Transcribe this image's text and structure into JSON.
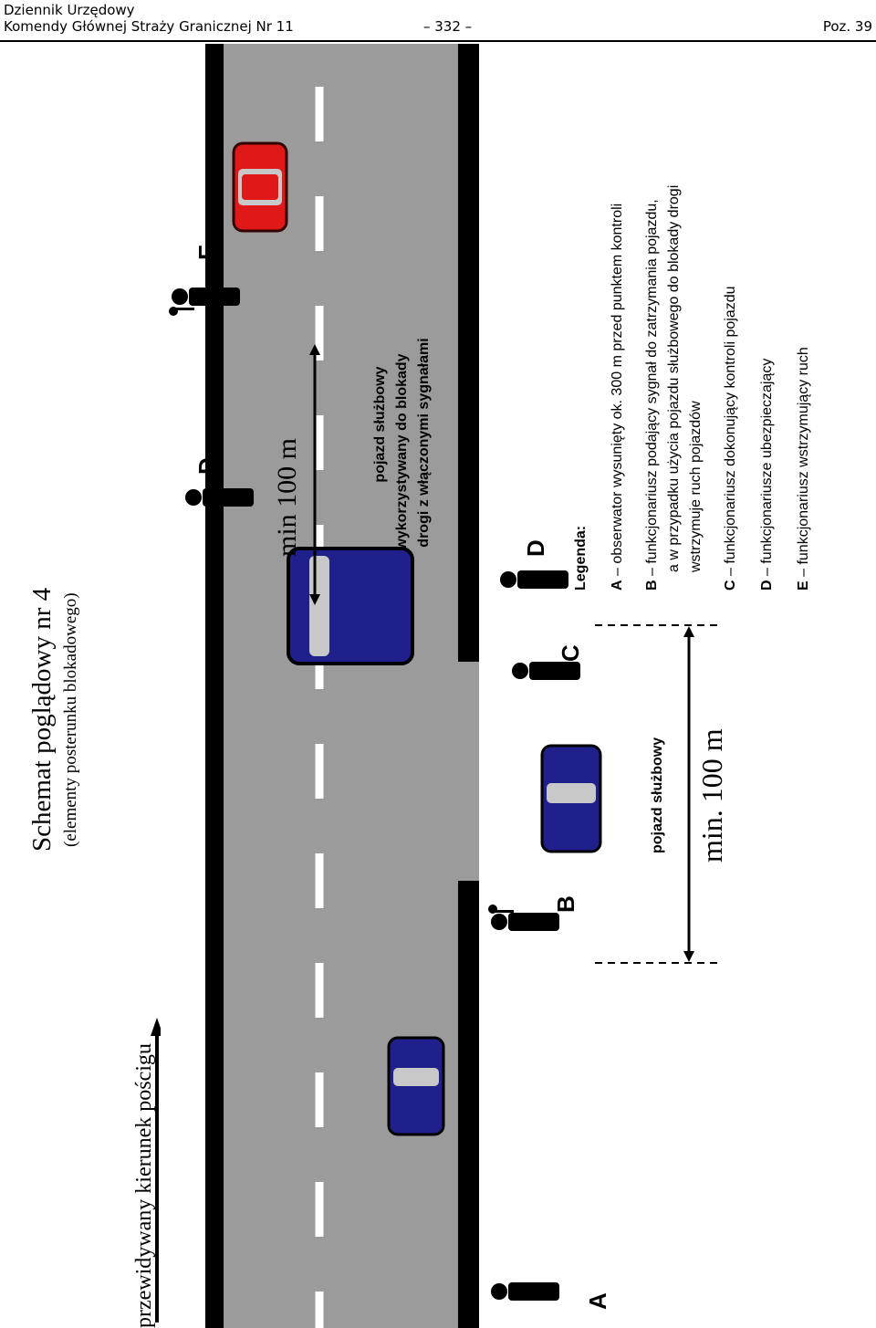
{
  "header": {
    "line1": "Dziennik Urzędowy",
    "line2": "Komendy Głównej Straży Granicznej Nr 11",
    "page_number": "– 332 –",
    "position": "Poz. 39"
  },
  "figure": {
    "title": "Schemat poglądowy nr 4",
    "subtitle": "(elementy posterunku blokadowego)",
    "direction_label": "przewidywany kierunek pościgu",
    "distance_top": "min 100 m",
    "distance_bottom": "min. 100 m",
    "blocking_vehicle_caption": [
      "pojazd służbowy",
      "wykorzystywany do blokady",
      "drogi z włączonymi sygnałami"
    ],
    "parked_vehicle_caption": "pojazd służbowy",
    "markers": {
      "a": "A",
      "b": "B",
      "c": "C",
      "d_top": "D",
      "d_bottom": "D",
      "e": "E"
    },
    "colors": {
      "road": "#9b9b9b",
      "road_edge": "#000000",
      "lane_marking": "#ffffff",
      "car_blue": "#20208c",
      "car_red": "#e01818"
    }
  },
  "legend": {
    "title": "Legenda:",
    "items": [
      {
        "key": "A",
        "text": "obserwator wysunięty ok. 300 m przed punktem kontroli"
      },
      {
        "key": "B",
        "text": "funkcjonariusz podający sygnał do zatrzymania pojazdu,",
        "cont": [
          "a w przypadku użycia pojazdu służbowego do blokady drogi",
          "wstrzymuje ruch pojazdów"
        ]
      },
      {
        "key": "C",
        "text": "funkcjonariusz dokonujący kontroli pojazdu"
      },
      {
        "key": "D",
        "text": "funkcjonariusze ubezpieczający"
      },
      {
        "key": "E",
        "text": "funkcjonariusz wstrzymujący ruch"
      }
    ]
  }
}
